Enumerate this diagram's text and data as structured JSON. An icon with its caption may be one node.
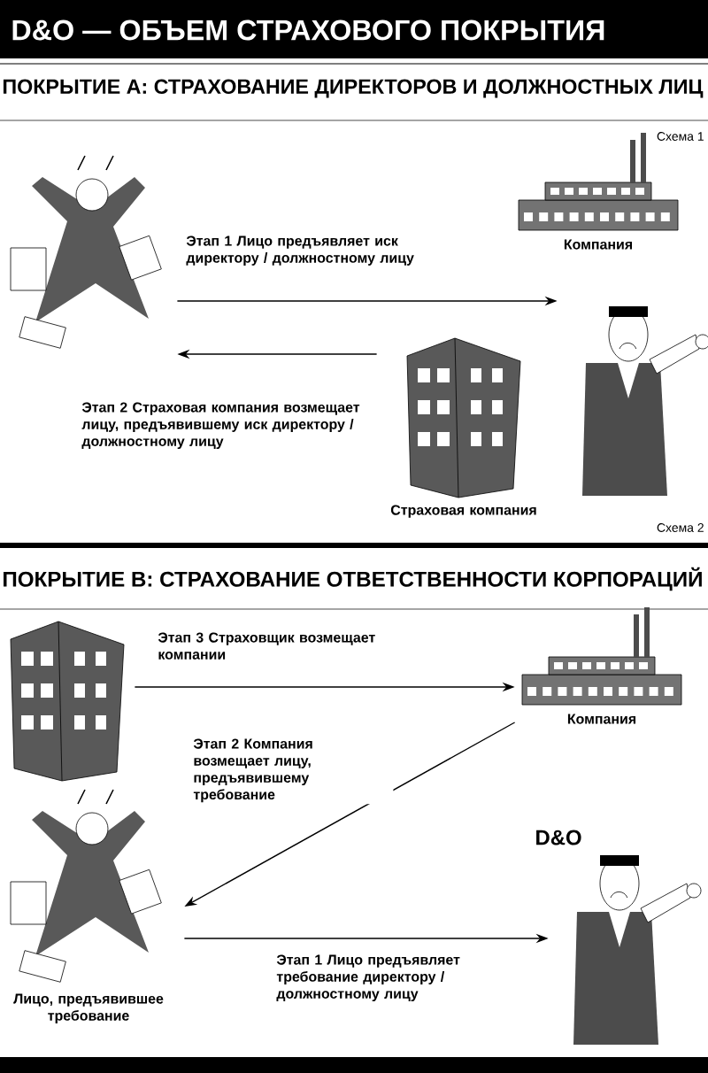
{
  "diagram": {
    "title": "D&O — ОБЪЕМ СТРАХОВОГО ПОКРЫТИЯ",
    "nodes": [
      {
        "text": [],
        "shape": "picture"
      },
      {
        "text": [
          "Компания"
        ]
      },
      {
        "text": [],
        "shape": "picture"
      },
      {
        "text": [
          "Страховая компания"
        ]
      },
      {
        "text": [],
        "shape": "picture"
      },
      {
        "text": [
          "Компания"
        ]
      },
      {
        "text": [
          "Лицо, предъявившее требование"
        ]
      },
      {
        "text": [],
        "shape": "picture",
        "beside": [
          "D&O"
        ]
      }
    ],
    "edges": [
      {
        "from": 0,
        "to": 2,
        "arrow": "to",
        "label": "Этап 1 Лицо предъявляет иск директору / должностному лицу"
      },
      {
        "from": 3,
        "to": 0,
        "arrow": "to",
        "label": "Этап 2 Страховая компания возмещает лицу, предъявившему иск директору / должностному лицу"
      },
      {
        "from": 4,
        "to": 5,
        "arrow": "to",
        "label": "Этап 3 Страховщик возмещает компании"
      },
      {
        "from": 5,
        "to": 6,
        "arrow": "to",
        "label": "Этап 2 Компания возмещает лицу, предъявившему требование"
      },
      {
        "from": 6,
        "to": 7,
        "arrow": "to",
        "label": "Этап 1 Лицо предъявляет требование директору / должностному лицу"
      }
    ],
    "labels": [
      "ПОКРЫТИЕ А: СТРАХОВАНИЕ ДИРЕКТОРОВ И ДОЛЖНОСТНЫХ ЛИЦ",
      "Схема 1",
      "Схема 2",
      "ПОКРЫТИЕ В: СТРАХОВАНИЕ ОТВЕТСТВЕННОСТИ КОРПОРАЦИЙ"
    ]
  }
}
